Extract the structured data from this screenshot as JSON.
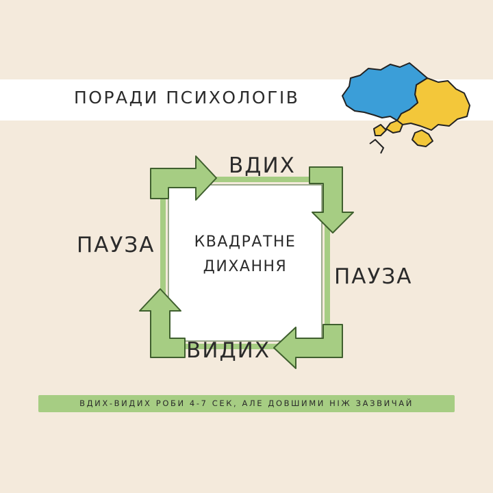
{
  "header": {
    "title": "ПОРАДИ ПСИХОЛОГІВ"
  },
  "diagram": {
    "center_line1": "КВАДРАТНЕ",
    "center_line2": "ДИХАННЯ",
    "top_label": "ВДИХ",
    "right_label": "ПАУЗА",
    "bottom_label": "ВИДИХ",
    "left_label": "ПАУЗА"
  },
  "footer": {
    "text": "ВДИХ-ВИДИХ РОБИ 4-7 СЕК, АЛЕ ДОВШИМИ НІЖ ЗАЗВИЧАЙ"
  },
  "colors": {
    "background": "#f4eadc",
    "arrow_fill": "#a6cd83",
    "arrow_stroke": "#3f5f2e",
    "map_west": "#3b9ed8",
    "map_east": "#f3c73a"
  }
}
